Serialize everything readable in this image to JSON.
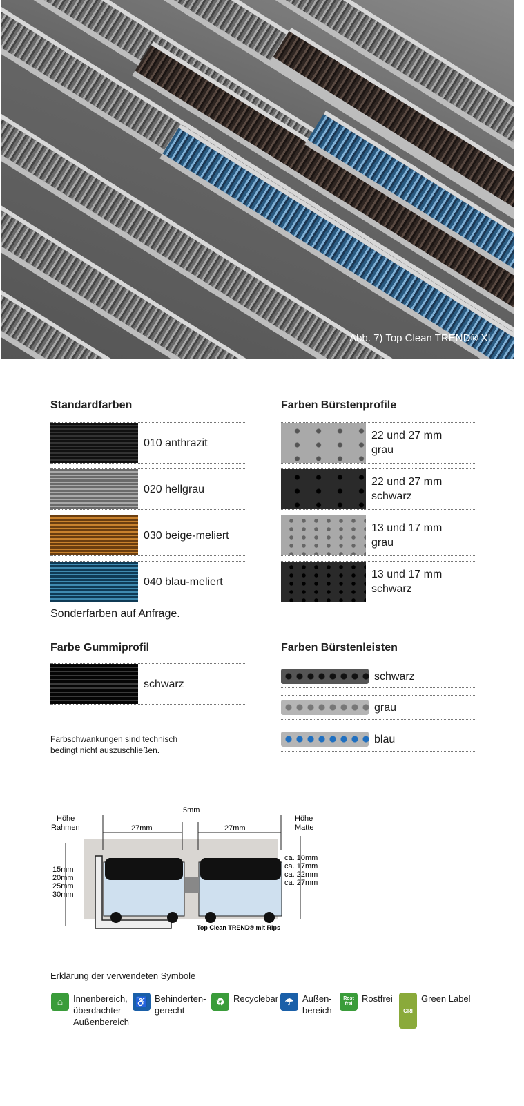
{
  "photo": {
    "caption": "Abb. 7)  Top Clean TREND® XL"
  },
  "standard": {
    "title": "Standardfarben",
    "items": [
      "010 anthrazit",
      "020 hellgrau",
      "030 beige-meliert",
      "040 blau-meliert"
    ],
    "note": "Sonderfarben auf Anfrage."
  },
  "gummi": {
    "title": "Farbe Gummiprofil",
    "item": "schwarz",
    "note1": "Farbschwankungen sind technisch",
    "note2": "bedingt nicht auszuschließen."
  },
  "buersten": {
    "title": "Farben Bürstenprofile",
    "items": [
      {
        "l1": "22 und 27 mm",
        "l2": "grau"
      },
      {
        "l1": "22 und 27 mm",
        "l2": "schwarz"
      },
      {
        "l1": "13 und 17 mm",
        "l2": "grau"
      },
      {
        "l1": "13 und 17 mm",
        "l2": "schwarz"
      }
    ]
  },
  "leisten": {
    "title": "Farben Bürstenleisten",
    "items": [
      "schwarz",
      "grau",
      "blau"
    ]
  },
  "diagram": {
    "gap": "5mm",
    "w1": "27mm",
    "w2": "27mm",
    "rahmen_label1": "Höhe",
    "rahmen_label2": "Rahmen",
    "rahmen": [
      "15mm",
      "20mm",
      "25mm",
      "30mm"
    ],
    "matte_label1": "Höhe",
    "matte_label2": "Matte",
    "matte": [
      "ca. 10mm",
      "ca. 17mm",
      "ca. 22mm",
      "ca. 27mm"
    ],
    "caption": "Top Clean TREND® mit Rips"
  },
  "symbols": {
    "title": "Erklärung der verwendeten Symbole",
    "items": [
      {
        "l1": "Innenbereich,",
        "l2": "überdachter",
        "l3": "Außenbereich",
        "color": "#3a9c3a"
      },
      {
        "l1": "Behinderten-",
        "l2": "gerecht",
        "color": "#1a5fa8"
      },
      {
        "l1": "Recyclebar",
        "color": "#3a9c3a"
      },
      {
        "l1": "Außen-",
        "l2": "bereich",
        "color": "#1a5fa8"
      },
      {
        "l1": "Rostfrei",
        "color": "#3a9c3a",
        "badge": "Rost frei"
      },
      {
        "l1": "Green Label",
        "color": "#8aaa3a",
        "badge": "CRI"
      }
    ]
  }
}
